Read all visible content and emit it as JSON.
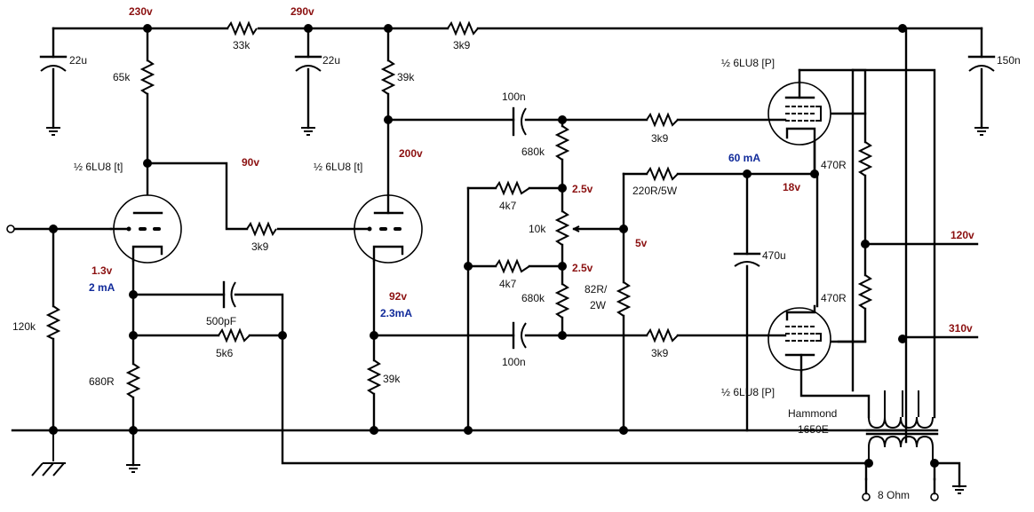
{
  "title": "6LU8 single-ended push-pull amplifier schematic",
  "colors": {
    "voltage": "#8b1010",
    "current": "#102a9a",
    "wire": "#000000"
  },
  "voltages": {
    "v230": "230v",
    "v290": "290v",
    "v90": "90v",
    "v200": "200v",
    "v1_3": "1.3v",
    "v92": "92v",
    "v2_5_top": "2.5v",
    "v2_5_bot": "2.5v",
    "v5": "5v",
    "v18": "18v",
    "v120": "120v",
    "v310": "310v"
  },
  "currents": {
    "i2": "2 mA",
    "i2_3": "2.3mA",
    "i60": "60 mA"
  },
  "components": {
    "c22u_a": "22u",
    "r33k": "33k",
    "c22u_b": "22u",
    "r3k9_top": "3k9",
    "c150n": "150n",
    "r65k": "65k",
    "r39k_top": "39k",
    "c100n_top": "100n",
    "r680k_top": "680k",
    "r3k9_grid_top": "3k9",
    "r470r_top": "470R",
    "r220r": "220R/5W",
    "r4k7_top": "4k7",
    "pot10k": "10k",
    "r4k7_bot": "4k7",
    "r680k_bot": "680k",
    "r82r_a": "82R/",
    "r82r_b": "2W",
    "c470u": "470u",
    "r470r_bot": "470R",
    "r3k9_mid": "3k9",
    "r120k": "120k",
    "c500pf": "500pF",
    "r5k6": "5k6",
    "r680r": "680R",
    "c100n_bot": "100n",
    "r3k9_grid_bot": "3k9",
    "r39k_bot": "39k",
    "transformer_a": "Hammond",
    "transformer_b": "1650E",
    "speaker": "8 Ohm"
  },
  "tubes": {
    "t1": "½ 6LU8 [t]",
    "t2": "½ 6LU8 [t]",
    "p1": "½ 6LU8 [P]",
    "p2": "½ 6LU8 [P]"
  }
}
